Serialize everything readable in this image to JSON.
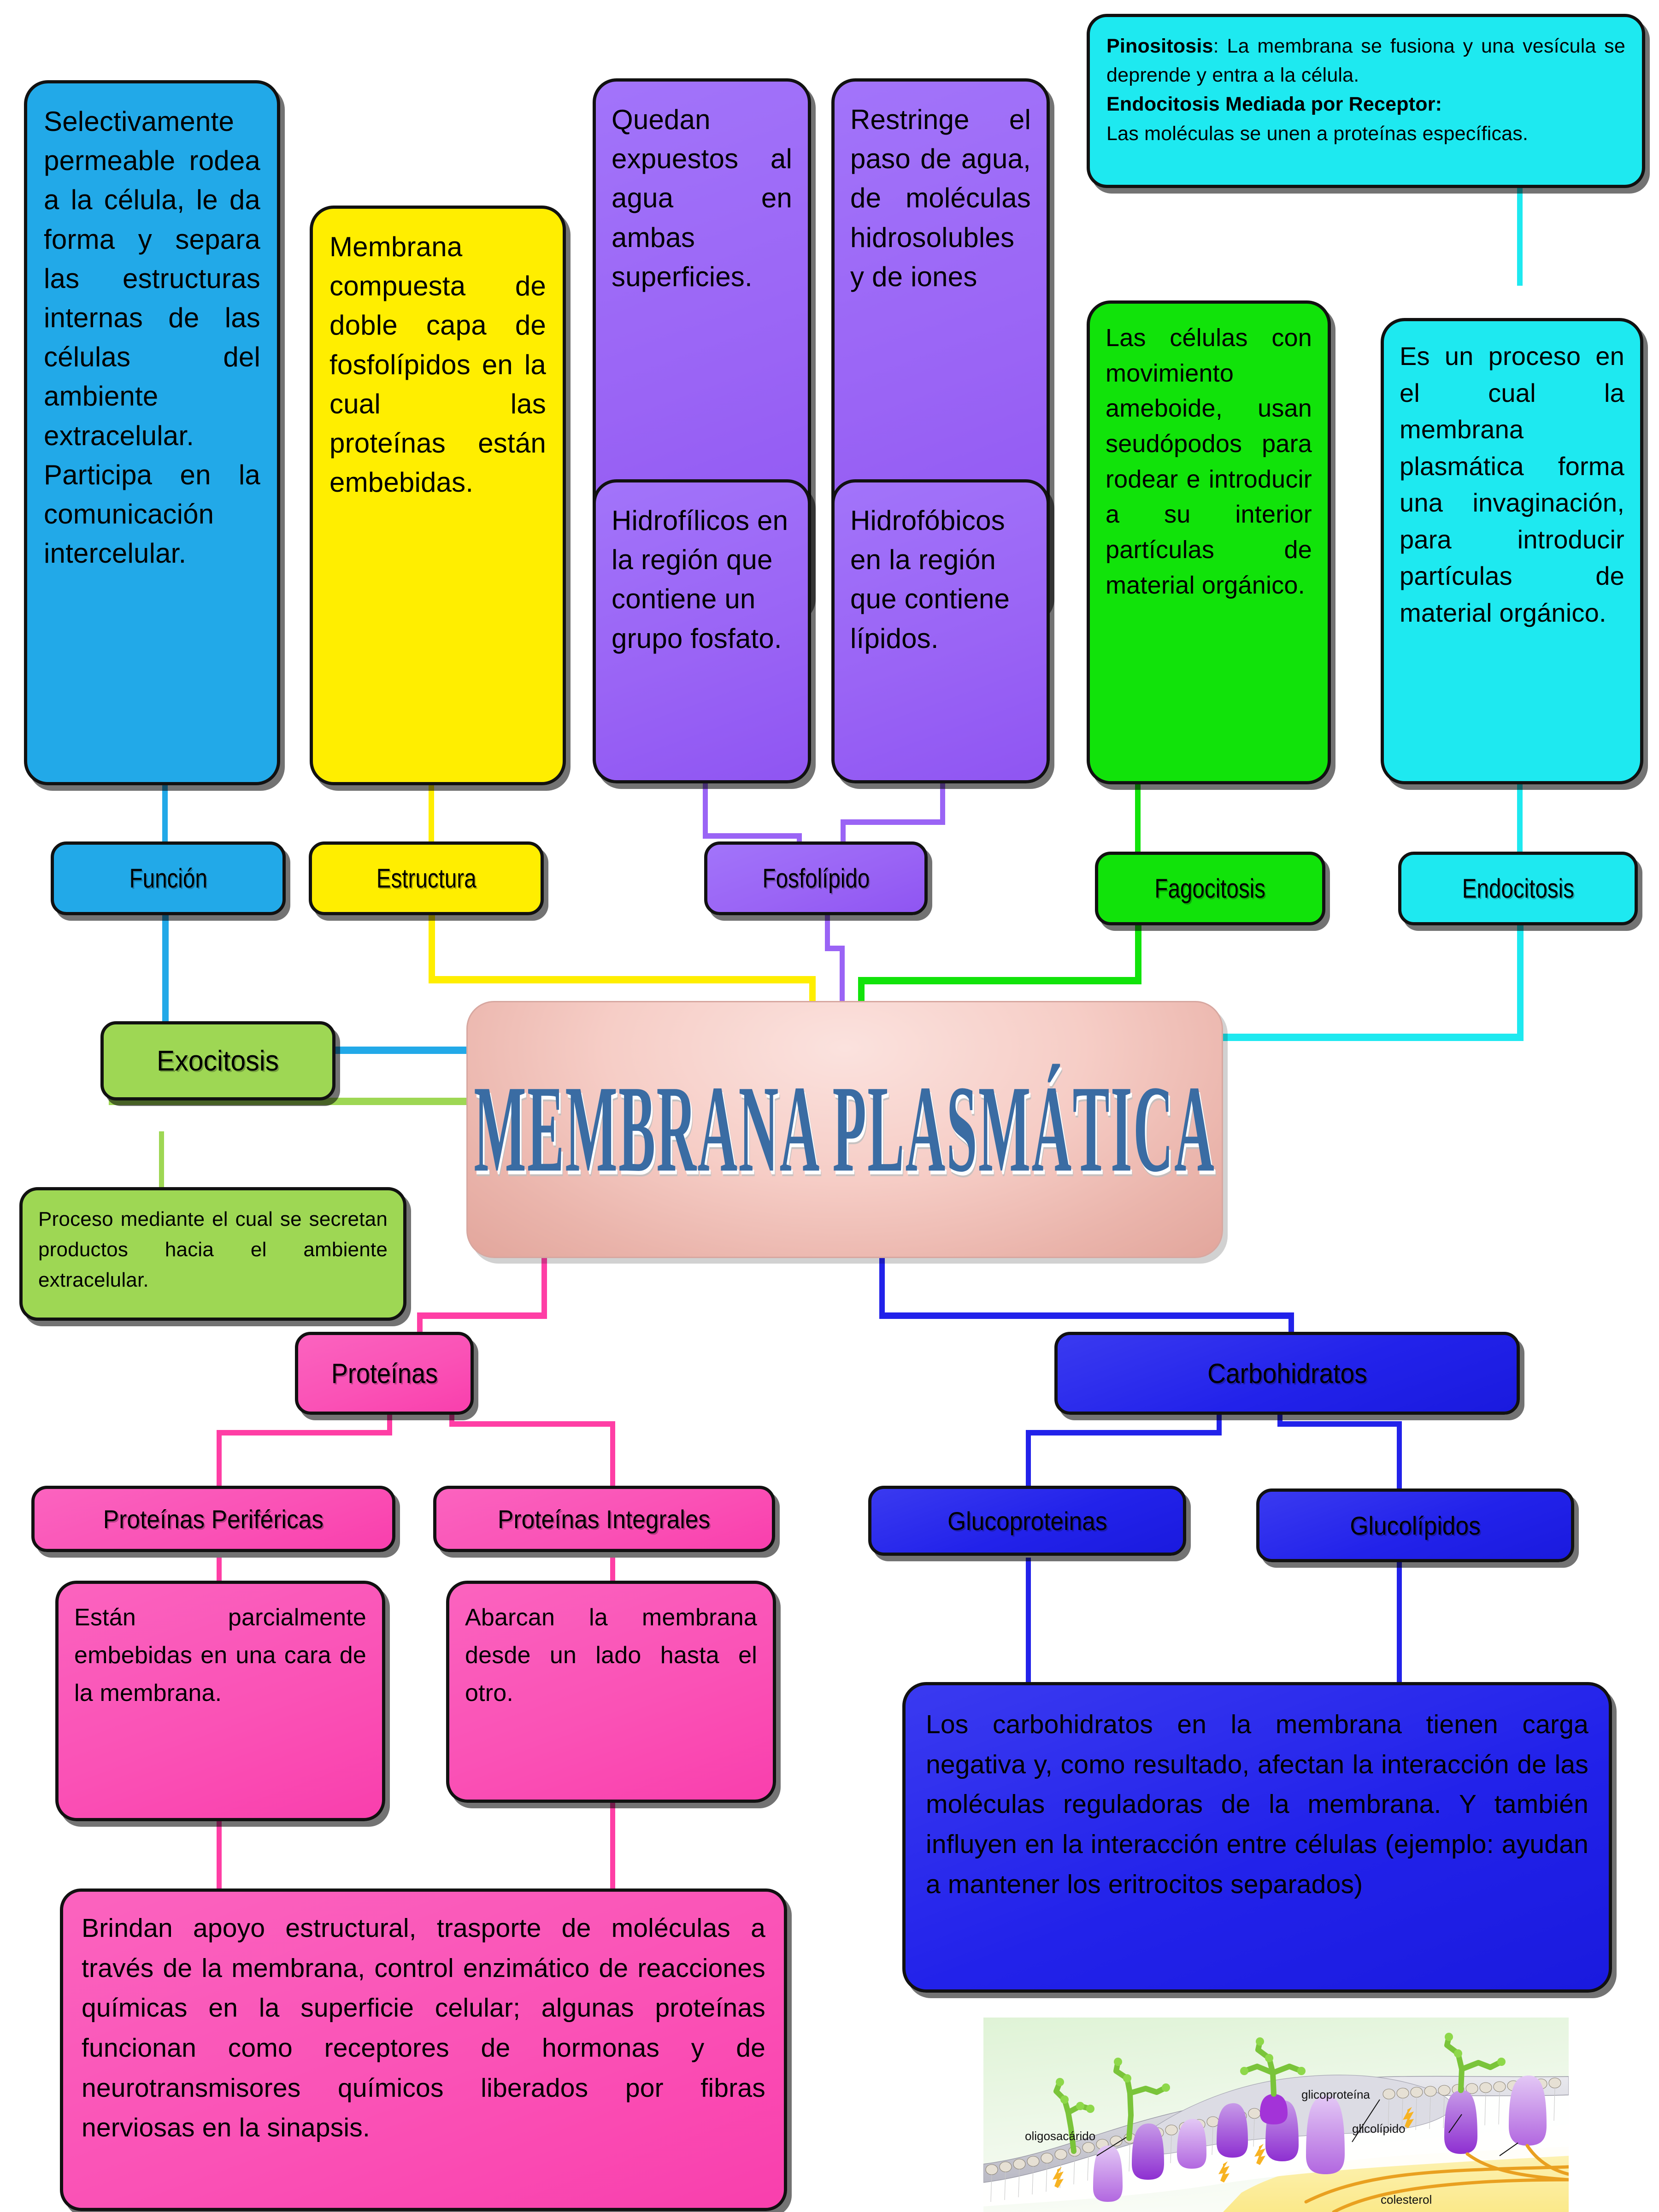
{
  "title": "MEMBRANA PLASMÁTICA",
  "colors": {
    "funcion": "#22a9e8",
    "estructura": "#ffee00",
    "fosfolipido": "#9a64f5",
    "fagocitosis": "#11e30a",
    "endocitosis": "#1ee9f0",
    "exocitosis": "#9ed754",
    "proteinas": "#fa52b6",
    "carbohidratos": "#2222ea",
    "title_text": "#3a6ca3"
  },
  "labels": {
    "funcion": "Función",
    "estructura": "Estructura",
    "fosfolipido": "Fosfolípido",
    "fagocitosis": "Fagocitosis",
    "endocitosis": "Endocitosis",
    "exocitosis": "Exocitosis",
    "proteinas": "Proteínas",
    "proteinas_perifericas": "Proteínas Periféricas",
    "proteinas_integrales": "Proteínas Integrales",
    "carbohidratos": "Carbohidratos",
    "glucoproteinas": "Glucoproteinas",
    "glucolipidos": "Glucolípidos"
  },
  "texts": {
    "funcion_desc": "Selectivamente permeable rodea a la célula, le da forma y separa las estructuras internas de las células del ambiente extracelular. Participa en la comunicación intercelular.",
    "estructura_desc": "Membrana compuesta de doble capa de fosfolípidos en la cual las proteínas están embebidas.",
    "hidrofilico_top": "Quedan expuestos al agua en ambas superficies.",
    "hidrofilico_bottom": " Hidrofílicos en la región que contiene un grupo fosfato.",
    "hidrofobico_top": "Restringe el paso de agua, de moléculas hidrosolubles y de iones",
    "hidrofobico_bottom": "Hidrofóbicos en la región que contiene lípidos.",
    "pinositosis_label": "Pinositosis",
    "pinositosis_body": ": La membrana se fusiona y una vesícula se deprende y entra a la célula.",
    "endocitosis_receptor_label": "Endocitosis Mediada por Receptor:",
    "endocitosis_receptor_body": "Las moléculas se unen a proteínas específicas.",
    "fagocitosis_desc": "Las células con movimiento ameboide, usan seudópodos para rodear e introducir a su interior partículas de material orgánico.",
    "endocitosis_desc": "Es un proceso en el cual la membrana plasmática forma una invaginación, para introducir partículas de material orgánico.",
    "exocitosis_desc": "Proceso mediante el cual se secretan productos hacia el ambiente extracelular.",
    "perifericas_desc": "Están parcialmente embebidas en una cara de la membrana.",
    "integrales_desc": "Abarcan la membrana desde un lado hasta el otro.",
    "proteinas_funciones": "Brindan apoyo estructural, trasporte de moléculas a través de la membrana, control enzimático de reacciones químicas en la superficie celular; algunas proteínas funcionan como receptores de hormonas y de neurotransmisores químicos liberados por fibras nerviosas en la sinapsis.",
    "carbohidratos_desc": "Los carbohidratos en la membrana tienen carga negativa y, como resultado, afectan la interacción de las moléculas reguladoras de la membrana. Y también influyen en la interacción entre células (ejemplo: ayudan a mantener los eritrocitos separados)"
  },
  "illustration": {
    "glicoproteina": "glicoproteína",
    "glicolipido": "glicolípido",
    "oligosacarido": "oligosacárido",
    "colesterol": "colesterol"
  }
}
